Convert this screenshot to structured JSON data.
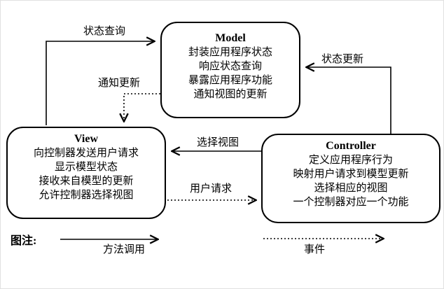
{
  "diagram": {
    "boxes": {
      "model": {
        "title": "Model",
        "lines": [
          "封装应用程序状态",
          "响应状态查询",
          "暴露应用程序功能",
          "通知视图的更新"
        ]
      },
      "view": {
        "title": "View",
        "lines": [
          "向控制器发送用户请求",
          "显示模型状态",
          "接收来自模型的更新",
          "允许控制器选择视图"
        ]
      },
      "controller": {
        "title": "Controller",
        "lines": [
          "定义应用程序行为",
          "映射用户请求到模型更新",
          "选择相应的视图",
          "一个控制器对应一个功能"
        ]
      }
    },
    "arrow_labels": {
      "state_query": "状态查询",
      "notify_update": "通知更新",
      "state_update": "状态更新",
      "select_view": "选择视图",
      "user_request": "用户请求"
    },
    "legend": {
      "title": "图注:",
      "solid_label": "方法调用",
      "dotted_label": "事件"
    },
    "colors": {
      "line": "#000000",
      "box_border": "#000000",
      "background": "#ffffff"
    }
  }
}
